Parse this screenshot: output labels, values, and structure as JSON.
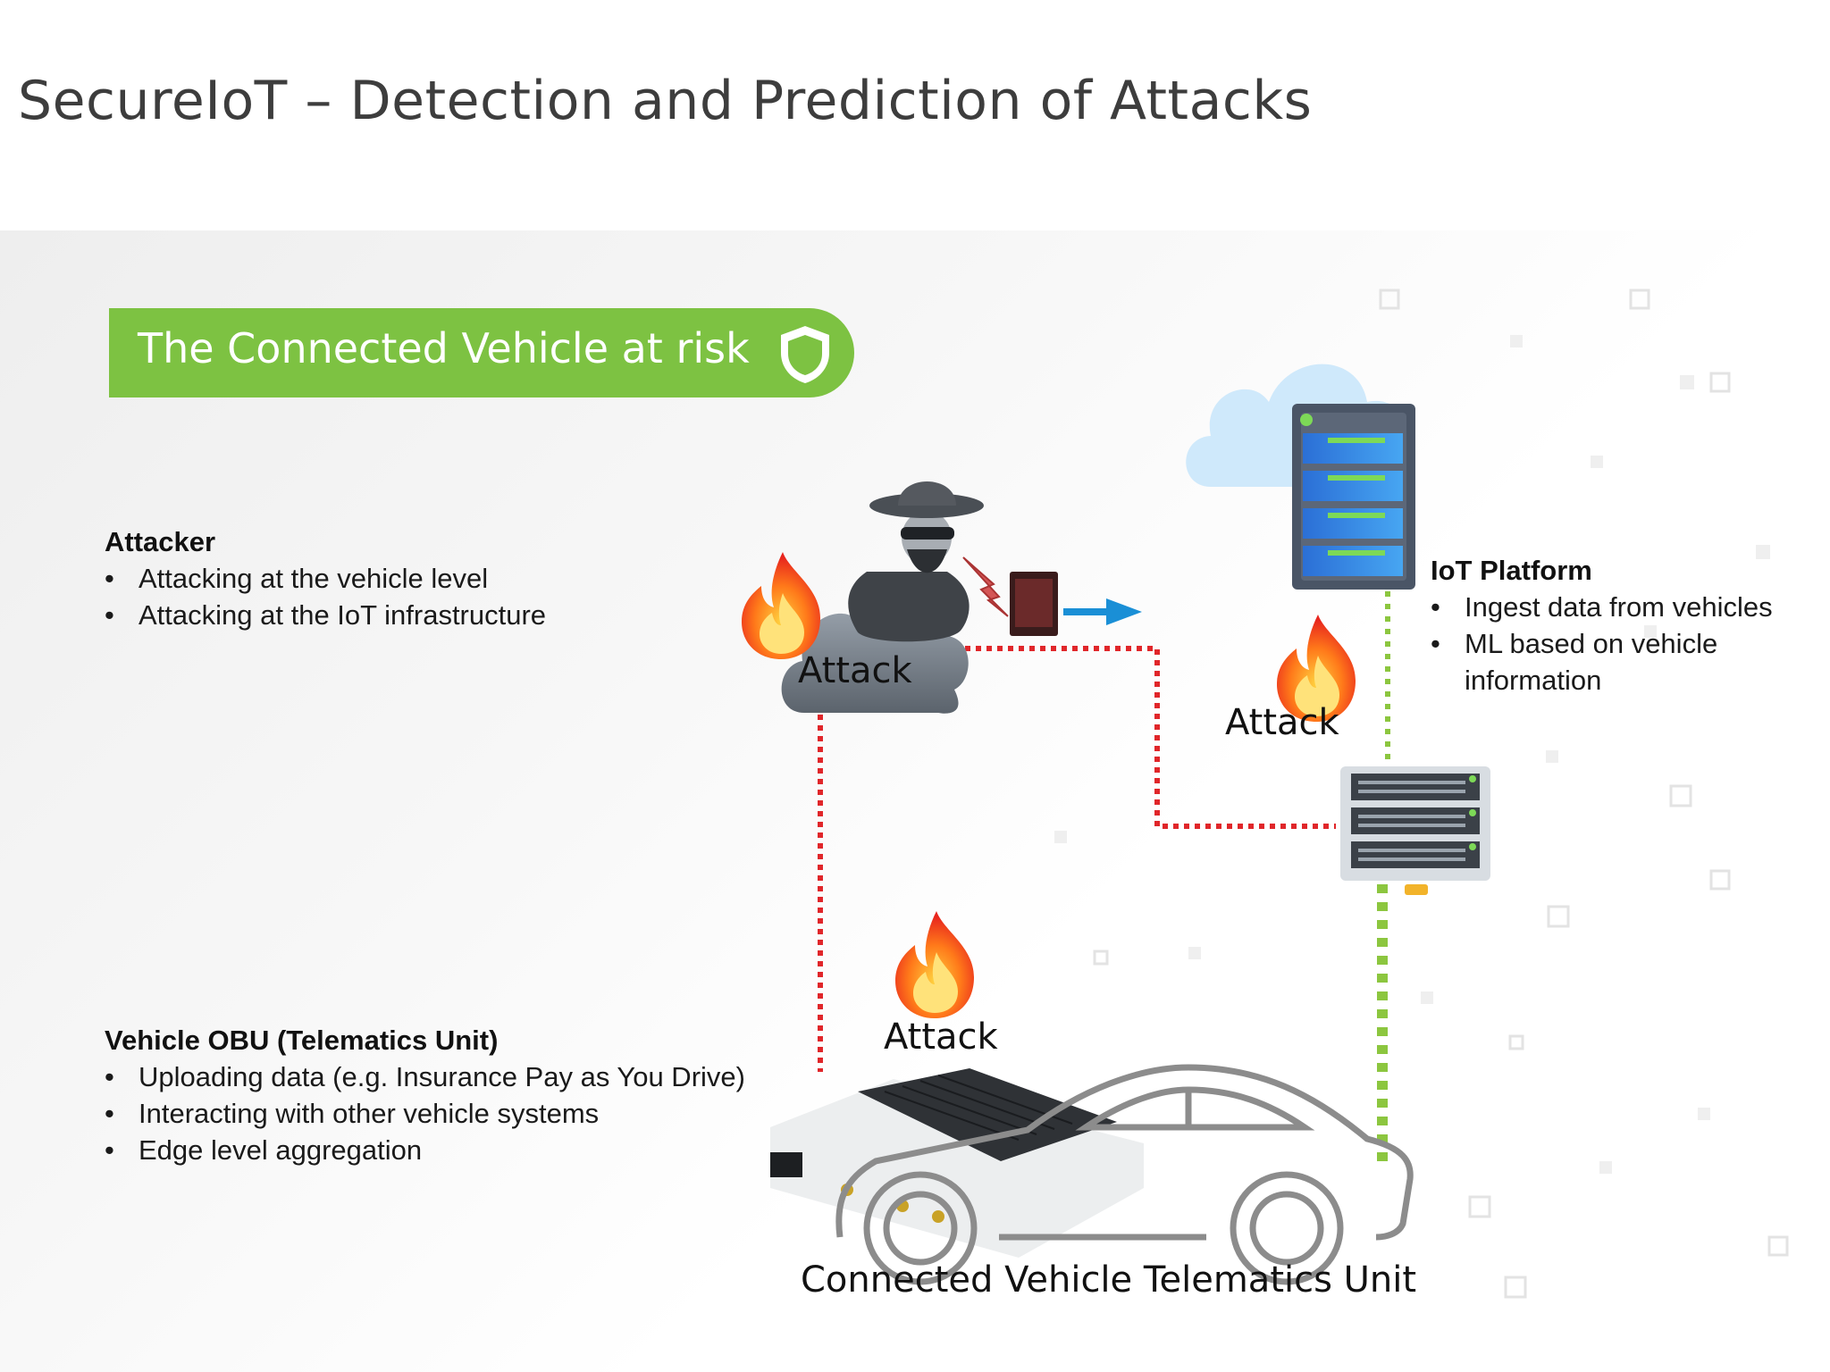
{
  "slide": {
    "title": "SecureIoT – Detection and Prediction of Attacks",
    "banner": "The Connected Vehicle at risk"
  },
  "attacker": {
    "heading": "Attacker",
    "bullets": [
      "Attacking at the vehicle level",
      "Attacking at the IoT infrastructure"
    ]
  },
  "platform": {
    "heading": "IoT Platform",
    "bullets": [
      "Ingest data from vehicles",
      "ML based on vehicle information"
    ]
  },
  "vehicle": {
    "heading": "Vehicle OBU (Telematics Unit)",
    "bullets": [
      "Uploading data (e.g. Insurance Pay as You Drive)",
      "Interacting with other vehicle systems",
      "Edge level aggregation"
    ]
  },
  "diagram": {
    "attack_labels": [
      "Attack",
      "Attack",
      "Attack"
    ],
    "caption": "Connected Vehicle Telematics Unit"
  },
  "colors": {
    "banner": "#7dc242",
    "attack_link": "#e0262a",
    "data_link": "#8cc63f",
    "title_text": "#3d3d3d"
  },
  "icons": [
    "shield-icon",
    "hacker-icon",
    "cloud-icon",
    "fire-icon",
    "server-icon",
    "network-switch-icon",
    "car-icon",
    "telematics-device-icon",
    "arrow-right-icon"
  ]
}
